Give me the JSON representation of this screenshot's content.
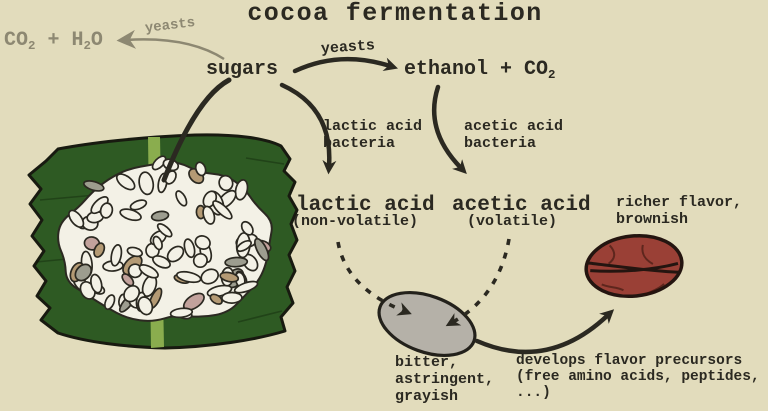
{
  "title": "cocoa fermentation",
  "labels": {
    "yeasts_gray": "yeasts",
    "yeasts_black": "yeasts",
    "sugars": "sugars",
    "lactic_bacteria": "lactic acid\nbacteria",
    "acetic_bacteria": "acetic acid\nbacteria",
    "lactic_acid": "lactic acid",
    "lactic_note": "(non-volatile)",
    "acetic_acid": "acetic acid",
    "acetic_note": "(volatile)",
    "richer_flavor": "richer flavor,\nbrownish",
    "bitter": "bitter,\nastringent,\ngrayish",
    "develops": "develops flavor precursors\n(free amino acids, peptides,\n...)"
  },
  "formulas": {
    "co2_h2o": {
      "p1": "CO",
      "s1": "2",
      "p2": " + H",
      "s2": "2",
      "p3": "O"
    },
    "ethanol_co2": {
      "p1": "ethanol + CO",
      "s1": "2"
    }
  },
  "illustrations": {
    "pile": "cocoa-beans-in-pulp-on-banana-leaf",
    "raw_bean": "unfermented-grayish-cocoa-bean",
    "fermented_bean": "fermented-brown-cocoa-bean"
  },
  "colors": {
    "background": "#e2dcbc",
    "ink": "#2b2921",
    "gray_ink": "#8d8872",
    "leaf_green": "#2e5a23",
    "leaf_outline": "#181a10",
    "midrib_green": "#8aad4e",
    "pulp_white": "#f3f1e6",
    "bean_tan": "#b49a74",
    "bean_pink": "#c2a29c",
    "bean_gray": "#9d9d8f",
    "raw_bean_gray": "#b5b1a8",
    "fermented_bean_brown": "#9a4036"
  }
}
